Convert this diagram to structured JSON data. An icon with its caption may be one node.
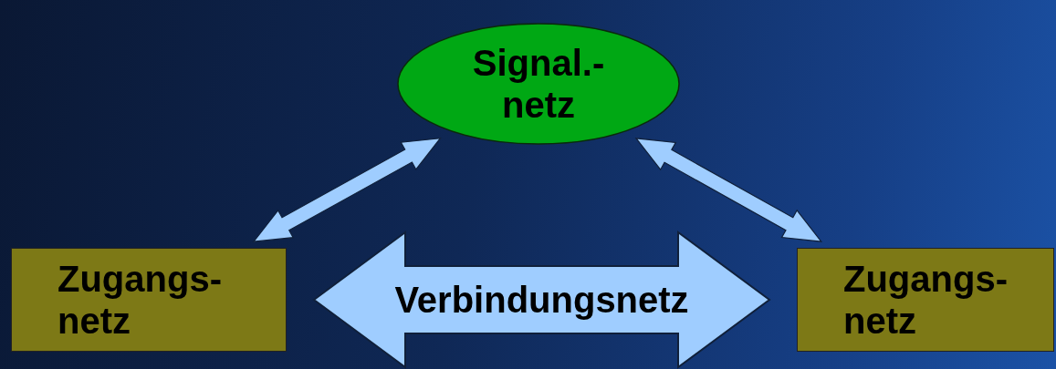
{
  "diagram": {
    "nodes": [
      {
        "text": [
          "Signal.- netz"
        ]
      },
      {
        "text": [
          "Zugangs- netz"
        ]
      },
      {
        "text": [
          "Zugangs- netz"
        ]
      }
    ],
    "edges": [
      {
        "from": 1,
        "to": 0,
        "arrow": "both"
      },
      {
        "from": 0,
        "to": 2,
        "arrow": "both"
      },
      {
        "from": 1,
        "to": 2,
        "arrow": "both",
        "label": "Verbindungsnetz",
        "style": "thick"
      }
    ]
  }
}
